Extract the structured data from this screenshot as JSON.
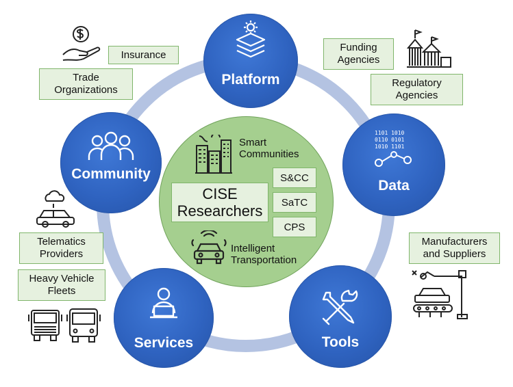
{
  "nodes": {
    "platform": "Platform",
    "data": "Data",
    "tools": "Tools",
    "services": "Services",
    "community": "Community"
  },
  "center": {
    "smart_communities": "Smart Communities",
    "cise_researchers": "CISE Researchers",
    "intelligent_transportation": "Intelligent Transportation",
    "programs": [
      "S&CC",
      "SaTC",
      "CPS"
    ]
  },
  "stakeholders": {
    "insurance": "Insurance",
    "trade_organizations": "Trade Organizations",
    "funding_agencies": "Funding Agencies",
    "regulatory_agencies": "Regulatory Agencies",
    "telematics_providers": "Telematics Providers",
    "heavy_vehicle_fleets": "Heavy Vehicle Fleets",
    "manufacturers_suppliers": "Manufacturers and Suppliers"
  },
  "colors": {
    "node_blue": "#2f63c0",
    "ring": "#b4c3e2",
    "center_green": "#a5cf8f",
    "box_fill": "#e6f1df",
    "box_border": "#7fb56a"
  },
  "icons": {
    "platform": "layers-gear-icon",
    "data": "binary-data-icon",
    "tools": "tools-icon",
    "services": "user-laptop-icon",
    "community": "people-group-icon",
    "insurance": "money-hand-icon",
    "agencies": "government-building-icon",
    "telematics": "car-cloud-icon",
    "fleets": "truck-bus-icon",
    "manufacturing": "robot-arm-car-icon",
    "smart_communities": "city-buildings-icon",
    "intelligent_transportation": "connected-car-icon"
  }
}
